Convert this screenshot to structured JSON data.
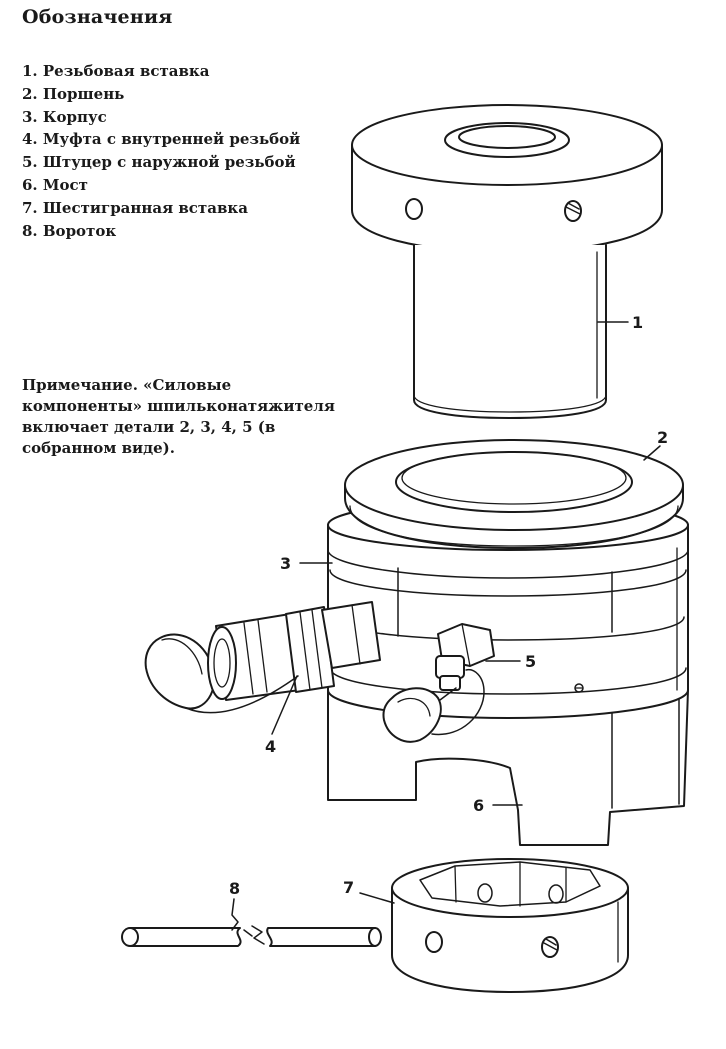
{
  "legend": {
    "title": "Обозначения",
    "items": [
      "1. Резьбовая вставка",
      "2. Поршень",
      "3. Корпус",
      "4. Муфта с внутренней резьбой",
      "5. Штуцер с наружной резьбой",
      "6. Мост",
      "7. Шестигранная вставка",
      "8. Вороток"
    ]
  },
  "note": {
    "lines": [
      "Примечание. «Силовые",
      "компоненты» шпильконатяжителя",
      "включает детали 2, 3, 4, 5 (в",
      "собранном виде)."
    ]
  },
  "callouts": [
    "1",
    "2",
    "3",
    "4",
    "5",
    "6",
    "7",
    "8"
  ],
  "colors": {
    "line": "#1a1a1a",
    "background": "#ffffff"
  }
}
